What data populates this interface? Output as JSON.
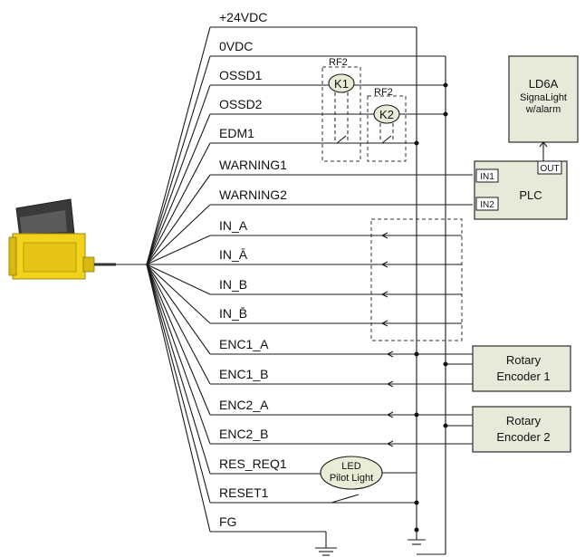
{
  "signals": [
    "+24VDC",
    "0VDC",
    "OSSD1",
    "OSSD2",
    "EDM1",
    "WARNING1",
    "WARNING2",
    "IN_A",
    "IN_Ā",
    "IN_B",
    "IN_B̄",
    "ENC1_A",
    "ENC1_B",
    "ENC2_A",
    "ENC2_B",
    "RES_REQ1",
    "RESET1",
    "FG"
  ],
  "relays": {
    "k1": {
      "group": "RF2",
      "label": "K1"
    },
    "k2": {
      "group": "RF2",
      "label": "K2"
    }
  },
  "signal_light": {
    "lines": [
      "LD6A",
      "SignaLight",
      "w/alarm"
    ]
  },
  "plc": {
    "label": "PLC",
    "in1": "IN1",
    "in2": "IN2",
    "out": "OUT"
  },
  "encoder1": {
    "lines": [
      "Rotary",
      "Encoder 1"
    ]
  },
  "encoder2": {
    "lines": [
      "Rotary",
      "Encoder 2"
    ]
  },
  "pilot_light": {
    "lines": [
      "LED",
      "Pilot Light"
    ]
  },
  "colors": {
    "scanner_yellow": "#f2d21a",
    "scanner_dark": "#2a2a2a",
    "device_fill": "#e6ead8",
    "pilot_fill": "#e9ecd6"
  }
}
